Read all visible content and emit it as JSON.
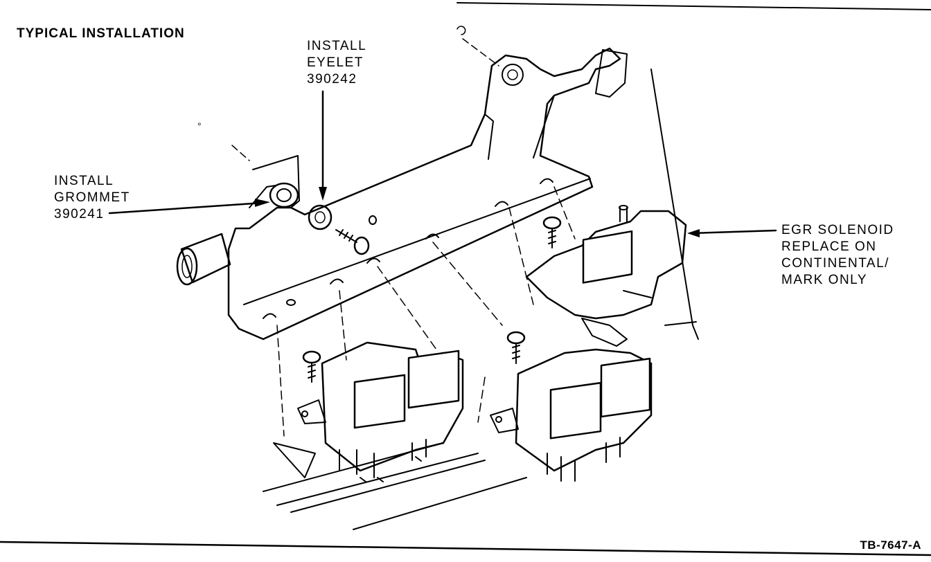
{
  "title": "TYPICAL INSTALLATION",
  "figure_code": "TB-7647-A",
  "callouts": {
    "eyelet": {
      "line1": "INSTALL",
      "line2": "EYELET",
      "line3": "390242"
    },
    "grommet": {
      "line1": "INSTALL",
      "line2": "GROMMET",
      "line3": "390241"
    },
    "solenoid": {
      "line1": "EGR SOLENOID",
      "line2": "REPLACE ON",
      "line3": "CONTINENTAL/",
      "line4": "MARK ONLY"
    }
  }
}
